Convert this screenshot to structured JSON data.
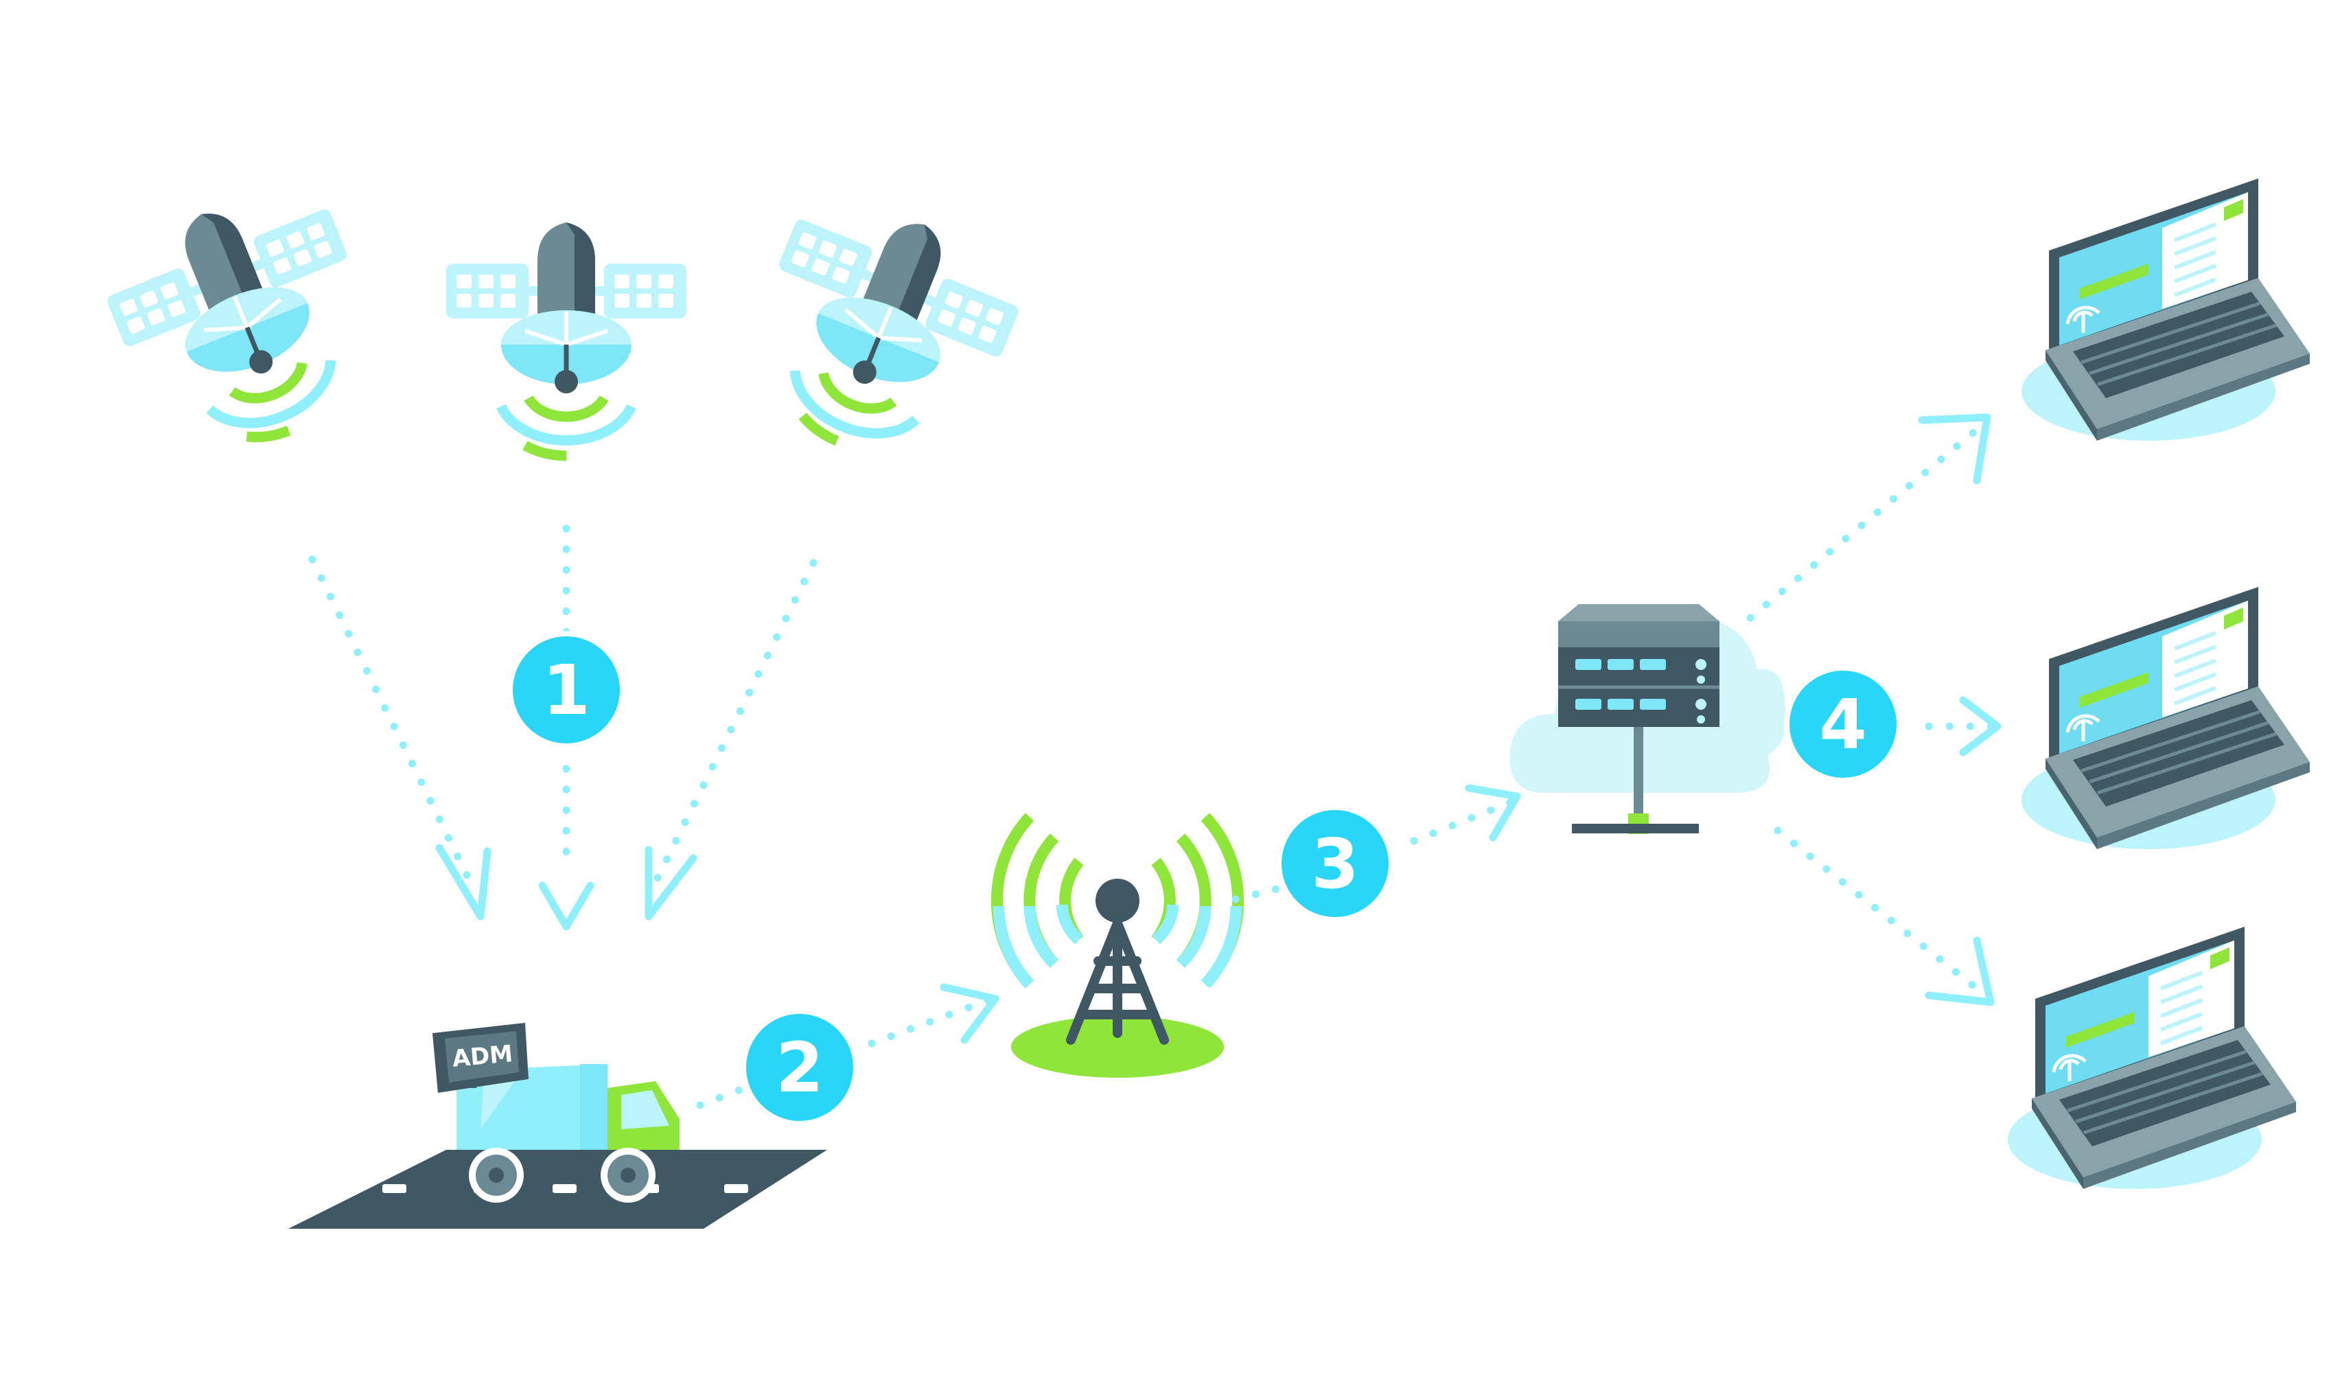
{
  "truck": {
    "sign_label": "ADM"
  },
  "steps": [
    {
      "label": "1"
    },
    {
      "label": "2"
    },
    {
      "label": "3"
    },
    {
      "label": "4"
    }
  ],
  "colors": {
    "cyan": "#8ff0fb",
    "badge": "#2ad6f7",
    "dark": "#3f5863",
    "slate": "#6b8a94",
    "green": "#8fe53a",
    "panel": "#bdf4fb",
    "cloud": "#d3f6fb",
    "screen": "#6fdcf2"
  },
  "icons": [
    "satellite-icon",
    "truck-icon",
    "cell-tower-icon",
    "cloud-server-icon",
    "laptop-icon"
  ]
}
